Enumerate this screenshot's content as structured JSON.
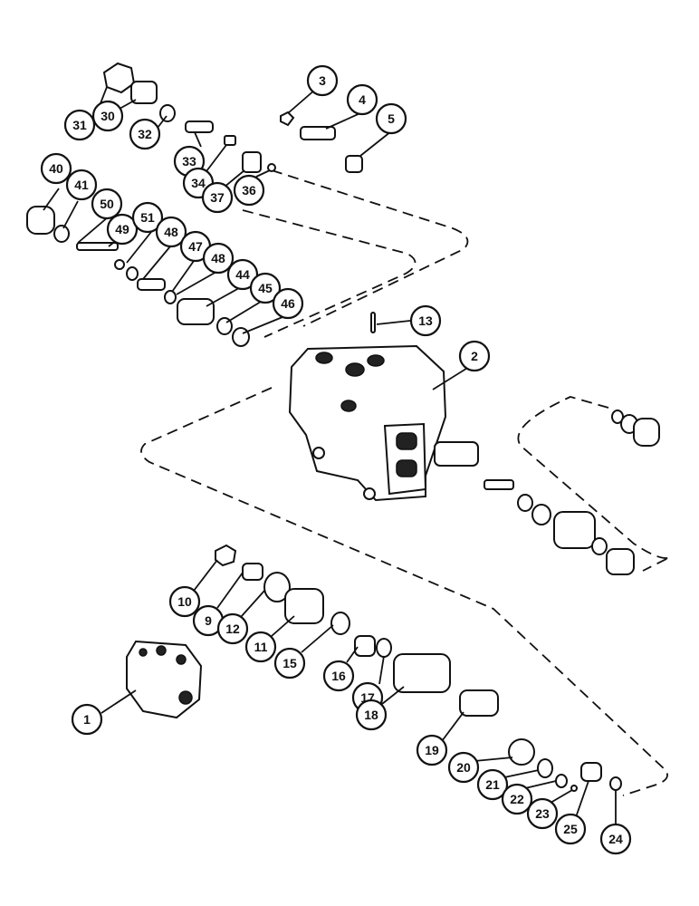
{
  "callouts": [
    {
      "id": "c31",
      "label": "31"
    },
    {
      "id": "c30",
      "label": "30"
    },
    {
      "id": "c32",
      "label": "32"
    },
    {
      "id": "c33",
      "label": "33"
    },
    {
      "id": "c34",
      "label": "34"
    },
    {
      "id": "c37",
      "label": "37"
    },
    {
      "id": "c36",
      "label": "36"
    },
    {
      "id": "c3",
      "label": "3"
    },
    {
      "id": "c4",
      "label": "4"
    },
    {
      "id": "c5",
      "label": "5"
    },
    {
      "id": "c40",
      "label": "40"
    },
    {
      "id": "c41",
      "label": "41"
    },
    {
      "id": "c50",
      "label": "50"
    },
    {
      "id": "c49",
      "label": "49"
    },
    {
      "id": "c51",
      "label": "51"
    },
    {
      "id": "c48a",
      "label": "48"
    },
    {
      "id": "c47",
      "label": "47"
    },
    {
      "id": "c48b",
      "label": "48"
    },
    {
      "id": "c44",
      "label": "44"
    },
    {
      "id": "c45",
      "label": "45"
    },
    {
      "id": "c46",
      "label": "46"
    },
    {
      "id": "c13",
      "label": "13"
    },
    {
      "id": "c2",
      "label": "2"
    },
    {
      "id": "c10",
      "label": "10"
    },
    {
      "id": "c9",
      "label": "9"
    },
    {
      "id": "c12",
      "label": "12"
    },
    {
      "id": "c11",
      "label": "11"
    },
    {
      "id": "c15",
      "label": "15"
    },
    {
      "id": "c16",
      "label": "16"
    },
    {
      "id": "c17",
      "label": "17"
    },
    {
      "id": "c1",
      "label": "1"
    },
    {
      "id": "c18",
      "label": "18"
    },
    {
      "id": "c19",
      "label": "19"
    },
    {
      "id": "c20",
      "label": "20"
    },
    {
      "id": "c21",
      "label": "21"
    },
    {
      "id": "c22",
      "label": "22"
    },
    {
      "id": "c23",
      "label": "23"
    },
    {
      "id": "c25",
      "label": "25"
    },
    {
      "id": "c24",
      "label": "24"
    }
  ]
}
